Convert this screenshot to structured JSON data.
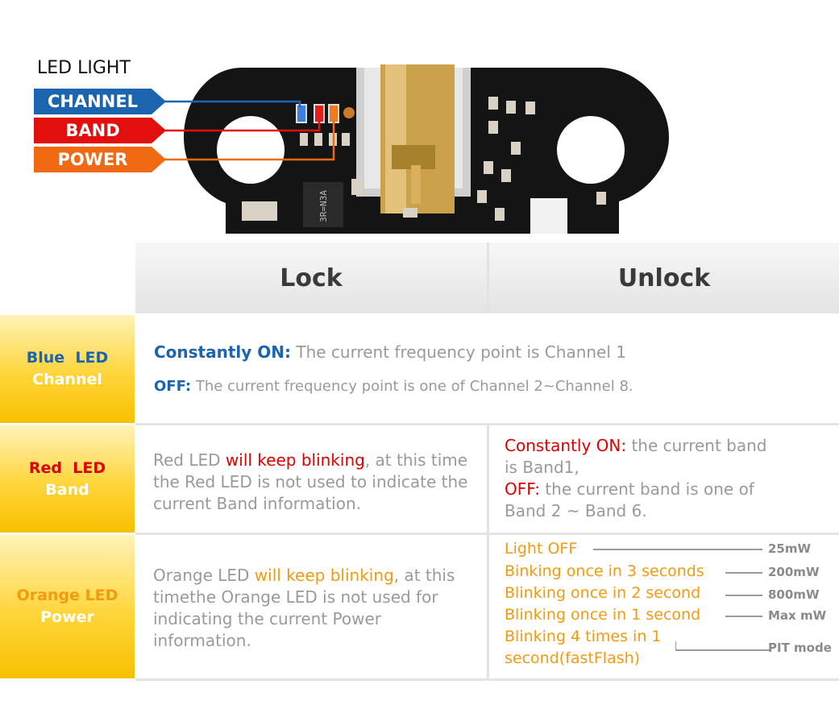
{
  "illustration": {
    "title": "LED LIGHT",
    "tags": [
      {
        "label": "CHANNEL",
        "color": "#1a64b0"
      },
      {
        "label": "BAND",
        "color": "#e30e0e"
      },
      {
        "label": "POWER",
        "color": "#f06a14"
      }
    ],
    "chip_marking": "3R=N3A"
  },
  "table": {
    "headers": [
      "Lock",
      "Unlock"
    ],
    "rows": [
      {
        "label_top": "Blue  LED",
        "label_bottom": "Channel",
        "lock": {
          "line1_key": "Constantly ON:",
          "line1_text": " The current frequency point is Channel 1",
          "line2_key": "OFF:",
          "line2_text": " The current frequency point is one of Channel 2~Channel 8."
        }
      },
      {
        "label_top": "Red  LED",
        "label_bottom": "Band",
        "lock": {
          "pre": "Red LED ",
          "highlight": "will keep blinking",
          "post": ", at this time the Red LED is not used to indicate the current Band information."
        },
        "unlock": {
          "line1_key": "Constantly ON:",
          "line1_text": " the current band is Band1,",
          "line2_key": "OFF:",
          "line2_text": " the current band is one of Band 2 ~ Band 6."
        }
      },
      {
        "label_top": "Orange LED",
        "label_bottom": "Power",
        "lock": {
          "pre": "Orange LED ",
          "highlight": "will keep blinking",
          "post": ", at this timethe Orange LED is not used for indicating the current Power information."
        },
        "unlock": {
          "items": [
            {
              "state": "Light OFF",
              "power": "25mW"
            },
            {
              "state": "Binking once in 3 seconds",
              "power": "200mW"
            },
            {
              "state": "Blinking once in 2 second",
              "power": "800mW"
            },
            {
              "state": "Blinking once in 1 second",
              "power": "Max mW"
            },
            {
              "state_line1": "Blinking 4 times in 1",
              "state_line2": "second(fastFlash)",
              "power": "PIT mode"
            }
          ]
        }
      }
    ]
  }
}
